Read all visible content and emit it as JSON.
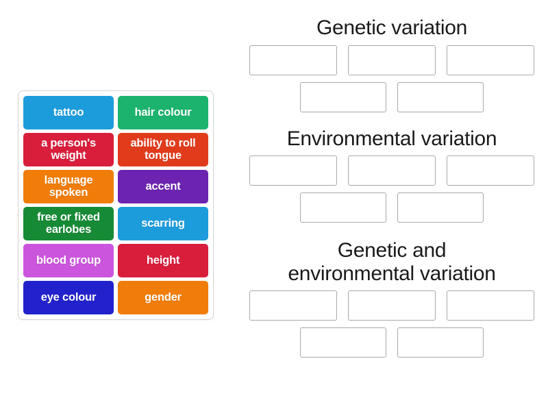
{
  "activity": {
    "type": "group-sort",
    "tray": {
      "tiles": [
        {
          "label": "tattoo",
          "color": "#1d9cdc"
        },
        {
          "label": "hair colour",
          "color": "#1cb36e"
        },
        {
          "label": "a person's weight",
          "color": "#d91e3c"
        },
        {
          "label": "ability to roll tongue",
          "color": "#e03c1c"
        },
        {
          "label": "language spoken",
          "color": "#f07d0a"
        },
        {
          "label": "accent",
          "color": "#6b23b0"
        },
        {
          "label": "free or fixed earlobes",
          "color": "#178a36"
        },
        {
          "label": "scarring",
          "color": "#1d9cdc"
        },
        {
          "label": "blood group",
          "color": "#cc55dd"
        },
        {
          "label": "height",
          "color": "#d91e3c"
        },
        {
          "label": "eye colour",
          "color": "#2222cc"
        },
        {
          "label": "gender",
          "color": "#f07d0a"
        }
      ]
    },
    "categories": [
      {
        "heading": "Genetic variation",
        "heading_line1": "Genetic variation",
        "heading_line2": "",
        "slots_row1": [
          "",
          "",
          ""
        ],
        "slots_row2": [
          "",
          ""
        ]
      },
      {
        "heading": "Environmental variation",
        "heading_line1": "Environmental variation",
        "heading_line2": "",
        "slots_row1": [
          "",
          "",
          ""
        ],
        "slots_row2": [
          "",
          ""
        ]
      },
      {
        "heading": "Genetic and environmental variation",
        "heading_line1": "Genetic and",
        "heading_line2": "environmental variation",
        "slots_row1": [
          "",
          "",
          ""
        ],
        "slots_row2": [
          "",
          ""
        ]
      }
    ]
  }
}
